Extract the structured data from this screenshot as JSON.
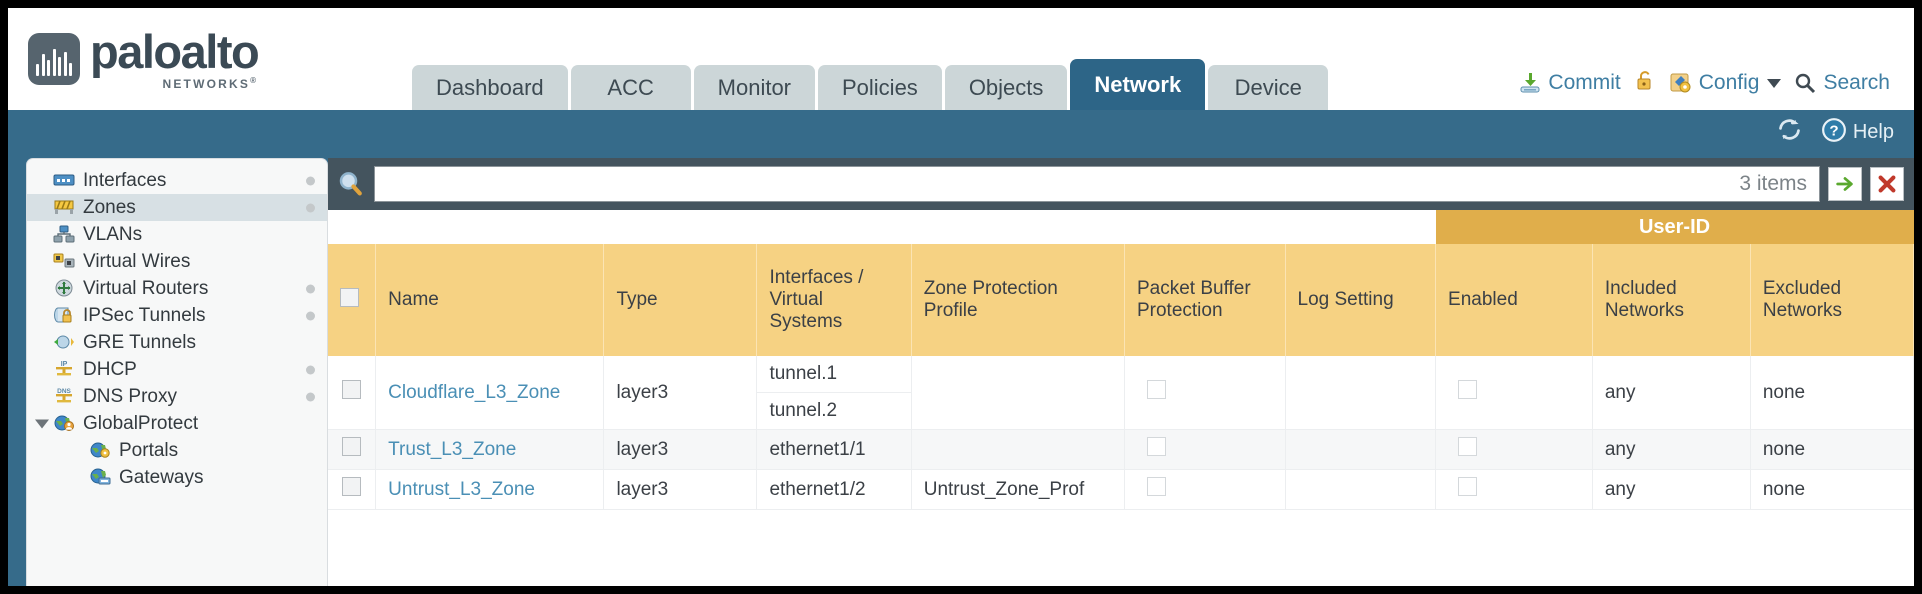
{
  "brand": {
    "name": "paloalto",
    "tagline": "NETWORKS",
    "reg": "®"
  },
  "tabs": [
    {
      "label": "Dashboard",
      "active": false
    },
    {
      "label": "ACC",
      "active": false
    },
    {
      "label": "Monitor",
      "active": false
    },
    {
      "label": "Policies",
      "active": false
    },
    {
      "label": "Objects",
      "active": false
    },
    {
      "label": "Network",
      "active": true
    },
    {
      "label": "Device",
      "active": false
    }
  ],
  "header_tools": {
    "commit": "Commit",
    "config": "Config",
    "search": "Search"
  },
  "band": {
    "help": "Help"
  },
  "sidebar": {
    "items": [
      {
        "label": "Interfaces",
        "icon": "interfaces-icon",
        "selected": false,
        "dot": true,
        "child": false,
        "expander": false
      },
      {
        "label": "Zones",
        "icon": "zones-icon",
        "selected": true,
        "dot": true,
        "child": false,
        "expander": false
      },
      {
        "label": "VLANs",
        "icon": "vlans-icon",
        "selected": false,
        "dot": false,
        "child": false,
        "expander": false
      },
      {
        "label": "Virtual Wires",
        "icon": "virtual-wires-icon",
        "selected": false,
        "dot": false,
        "child": false,
        "expander": false
      },
      {
        "label": "Virtual Routers",
        "icon": "virtual-routers-icon",
        "selected": false,
        "dot": true,
        "child": false,
        "expander": false
      },
      {
        "label": "IPSec Tunnels",
        "icon": "ipsec-tunnels-icon",
        "selected": false,
        "dot": true,
        "child": false,
        "expander": false
      },
      {
        "label": "GRE Tunnels",
        "icon": "gre-tunnels-icon",
        "selected": false,
        "dot": false,
        "child": false,
        "expander": false
      },
      {
        "label": "DHCP",
        "icon": "dhcp-icon",
        "selected": false,
        "dot": true,
        "child": false,
        "expander": false
      },
      {
        "label": "DNS Proxy",
        "icon": "dns-proxy-icon",
        "selected": false,
        "dot": true,
        "child": false,
        "expander": false
      },
      {
        "label": "GlobalProtect",
        "icon": "globalprotect-icon",
        "selected": false,
        "dot": false,
        "child": false,
        "expander": true
      },
      {
        "label": "Portals",
        "icon": "portals-icon",
        "selected": false,
        "dot": false,
        "child": true,
        "expander": false
      },
      {
        "label": "Gateways",
        "icon": "gateways-icon",
        "selected": false,
        "dot": false,
        "child": true,
        "expander": false
      }
    ]
  },
  "search": {
    "value": "",
    "items_count": "3 items",
    "go_icon": "arrow-right-icon",
    "clear_icon": "close-icon"
  },
  "table": {
    "group_header": "User-ID",
    "columns": [
      "Name",
      "Type",
      "Interfaces / Virtual Systems",
      "Zone Protection Profile",
      "Packet Buffer Protection",
      "Log Setting",
      "Enabled",
      "Included Networks",
      "Excluded Networks"
    ],
    "rows": [
      {
        "selected": false,
        "name": "Cloudflare_L3_Zone",
        "type": "layer3",
        "interfaces": [
          "tunnel.1",
          "tunnel.2"
        ],
        "zone_protection_profile": "",
        "packet_buffer_protection": false,
        "log_setting": "",
        "userid_enabled": false,
        "included_networks": "any",
        "excluded_networks": "none"
      },
      {
        "selected": false,
        "name": "Trust_L3_Zone",
        "type": "layer3",
        "interfaces": [
          "ethernet1/1"
        ],
        "zone_protection_profile": "",
        "packet_buffer_protection": false,
        "log_setting": "",
        "userid_enabled": false,
        "included_networks": "any",
        "excluded_networks": "none"
      },
      {
        "selected": false,
        "name": "Untrust_L3_Zone",
        "type": "layer3",
        "interfaces": [
          "ethernet1/2"
        ],
        "zone_protection_profile": "Untrust_Zone_Prof",
        "packet_buffer_protection": false,
        "log_setting": "",
        "userid_enabled": false,
        "included_networks": "any",
        "excluded_networks": "none"
      }
    ]
  },
  "colors": {
    "brand_blue": "#366b8a",
    "tab_active": "#2d6587",
    "table_header": "#f6d283",
    "group_header": "#e0ae4b",
    "link": "#4a8fb5"
  }
}
